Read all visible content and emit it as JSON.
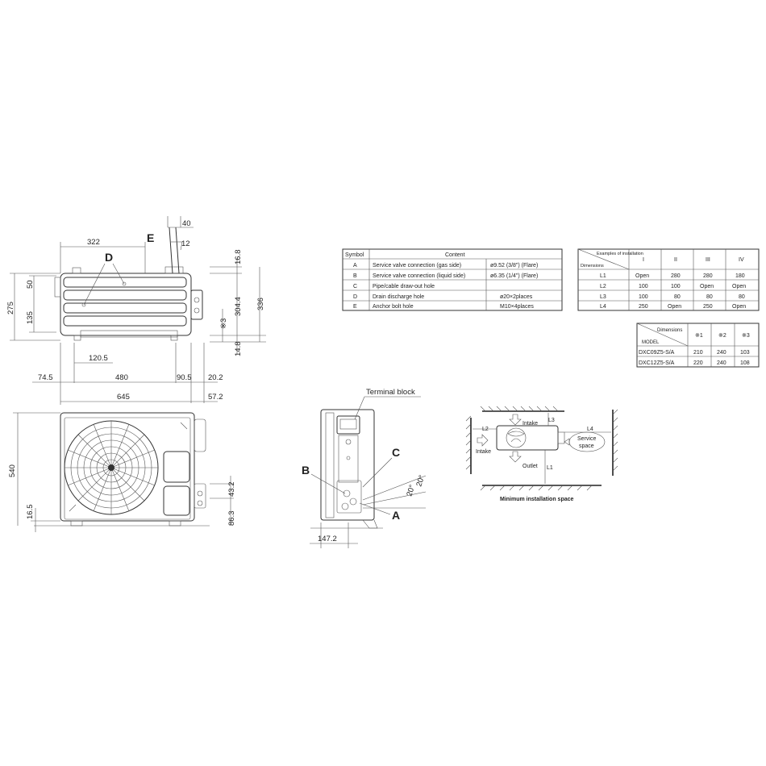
{
  "top_view": {
    "dims_top": [
      "40",
      "12",
      "322"
    ],
    "dims_left": [
      "50",
      "275",
      "135"
    ],
    "dims_right": [
      "16.8",
      "304.4",
      "336",
      "14.8"
    ],
    "dim_w3": "※3",
    "dim_120": "120.5",
    "dims_bottom": [
      "74.5",
      "480",
      "90.5",
      "20.2"
    ],
    "dims_bottom2": [
      "645",
      "57.2"
    ],
    "label_d": "D",
    "label_e": "E"
  },
  "front_view": {
    "dim_height": "540",
    "dim_foot": "16.5",
    "dims_right": [
      "43.2",
      "86.3"
    ]
  },
  "side_view": {
    "terminal_block": "Terminal block",
    "label_b": "B",
    "label_c": "C",
    "label_a": "A",
    "angle_1": "20°",
    "angle_2": "20°",
    "dim_bottom": "147.2"
  },
  "parts_table": {
    "headers": [
      "Symbol",
      "Content",
      ""
    ],
    "rows": [
      [
        "A",
        "Service valve connection (gas side)",
        "ø9.52 (3/8\") (Flare)"
      ],
      [
        "B",
        "Service valve connection (liquid side)",
        "ø6.35 (1/4\") (Flare)"
      ],
      [
        "C",
        "Pipe/cable draw-out hole",
        ""
      ],
      [
        "D",
        "Drain discharge hole",
        "ø20×2places"
      ],
      [
        "E",
        "Anchor bolt hole",
        "M10×4places"
      ]
    ]
  },
  "install_table": {
    "corner_top": "Examples of installation",
    "corner_bottom": "Dimensions",
    "headers": [
      "I",
      "II",
      "III",
      "IV"
    ],
    "rows": [
      [
        "L1",
        "Open",
        "280",
        "280",
        "180"
      ],
      [
        "L2",
        "100",
        "100",
        "Open",
        "Open"
      ],
      [
        "L3",
        "100",
        "80",
        "80",
        "80"
      ],
      [
        "L4",
        "250",
        "Open",
        "250",
        "Open"
      ]
    ]
  },
  "model_table": {
    "corner_top": "Dimensions",
    "corner_bottom": "MODEL",
    "headers": [
      "※1",
      "※2",
      "※3"
    ],
    "rows": [
      [
        "DXC09Z5-S/A",
        "210",
        "240",
        "103"
      ],
      [
        "DXC12Z5-S/A",
        "220",
        "240",
        "108"
      ]
    ]
  },
  "install_space": {
    "l1": "L1",
    "l2": "L2",
    "l3": "L3",
    "l4": "L4",
    "intake_top": "Intake",
    "intake_left": "Intake",
    "outlet": "Outlet",
    "service_space": [
      "Service",
      "space"
    ],
    "caption": "Minimum installation space"
  }
}
